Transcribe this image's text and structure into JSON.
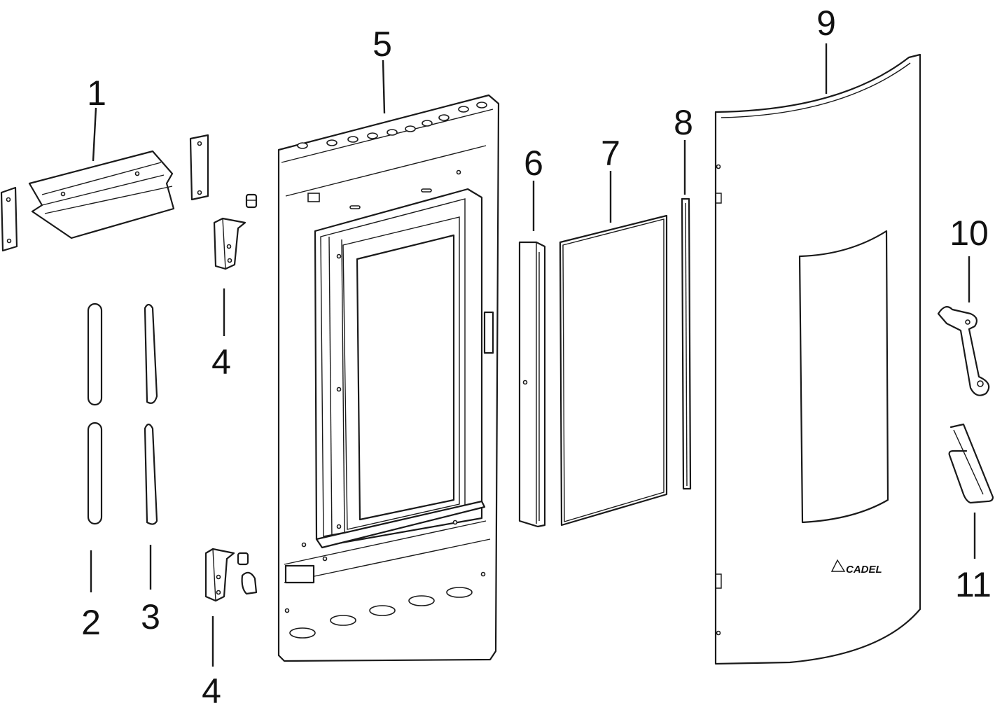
{
  "labels": {
    "n1": "1",
    "n2": "2",
    "n3": "3",
    "n4a": "4",
    "n4b": "4",
    "n5": "5",
    "n6": "6",
    "n7": "7",
    "n8": "8",
    "n9": "9",
    "n10": "10",
    "n11": "11"
  },
  "logo": "CADEL"
}
